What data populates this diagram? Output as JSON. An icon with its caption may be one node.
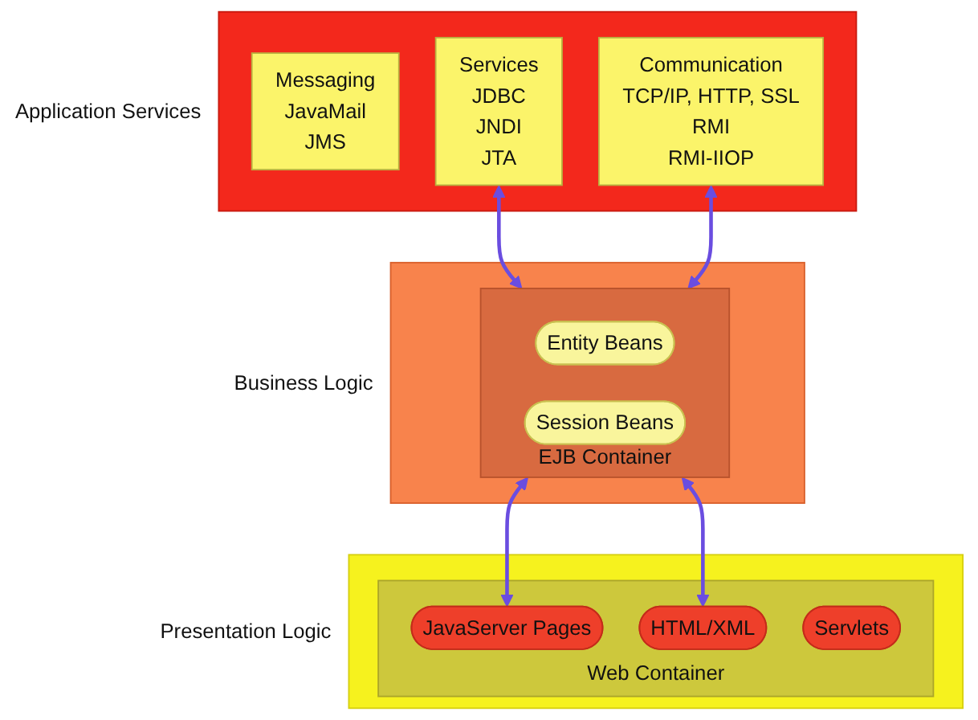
{
  "diagram": {
    "nodes": [
      {
        "text": [
          "Application Services"
        ]
      },
      {
        "text": [
          "Messaging",
          "JavaMail",
          "JMS"
        ],
        "in": 0
      },
      {
        "text": [
          "Services",
          "JDBC",
          "JNDI",
          "JTA"
        ],
        "in": 0
      },
      {
        "text": [
          "Communication",
          "TCP/IP, HTTP, SSL",
          "RMI",
          "RMI-IIOP"
        ],
        "in": 0
      },
      {
        "text": [
          "Business Logic"
        ]
      },
      {
        "text": [
          "EJB Container"
        ],
        "in": 4
      },
      {
        "text": [
          "Entity Beans"
        ],
        "in": 5
      },
      {
        "text": [
          "Session Beans"
        ],
        "in": 5
      },
      {
        "text": [
          "Presentation Logic"
        ]
      },
      {
        "text": [
          "Web Container"
        ],
        "in": 8
      },
      {
        "text": [
          "JavaServer Pages"
        ],
        "in": 9
      },
      {
        "text": [
          "HTML/XML"
        ],
        "in": 9
      },
      {
        "text": [
          "Servlets"
        ],
        "in": 9
      }
    ],
    "edges": [
      {
        "from": 2,
        "to": 5,
        "arrow": "both"
      },
      {
        "from": 3,
        "to": 5,
        "arrow": "both"
      },
      {
        "from": 5,
        "to": 10,
        "arrow": "both"
      },
      {
        "from": 5,
        "to": 11,
        "arrow": "both"
      }
    ]
  }
}
